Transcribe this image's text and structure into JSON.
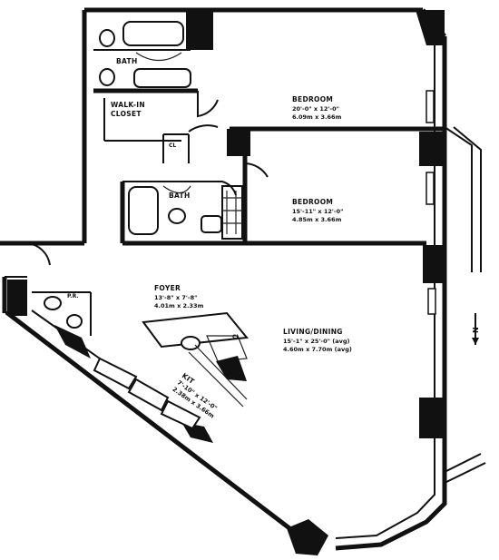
{
  "bath_upper": {
    "label": "BATH"
  },
  "walk_in_closet": {
    "line1": "WALK-IN",
    "line2": "CLOSET"
  },
  "closet_upper": {
    "label": "CL"
  },
  "bedroom_main": {
    "label": "BEDROOM",
    "dim1": "20'-0\" x 12'-0\"",
    "dim2": "6.09m x 3.66m"
  },
  "bath_middle": {
    "label": "BATH"
  },
  "bedroom_second": {
    "label": "BEDROOM",
    "dim1": "15'-11\" x 12'-0\"",
    "dim2": "4.85m x 3.66m"
  },
  "powder_room": {
    "label": "P.R."
  },
  "foyer": {
    "label": "FOYER",
    "dim1": "13'-8\" x 7'-8\"",
    "dim2": "4.01m x 2.33m"
  },
  "kitchen_closet": {
    "label": "CL"
  },
  "living_dining": {
    "label": "LIVING/DINING",
    "dim1": "15'-1\" x 25'-0\" (avg)",
    "dim2": "4.60m x 7.70m (avg)"
  },
  "kitchen": {
    "label": "KIT",
    "dim1": "7'-10\" x 12'-0\"",
    "dim2": "2.38m x 3.66m"
  },
  "compass": {
    "label": "N"
  }
}
